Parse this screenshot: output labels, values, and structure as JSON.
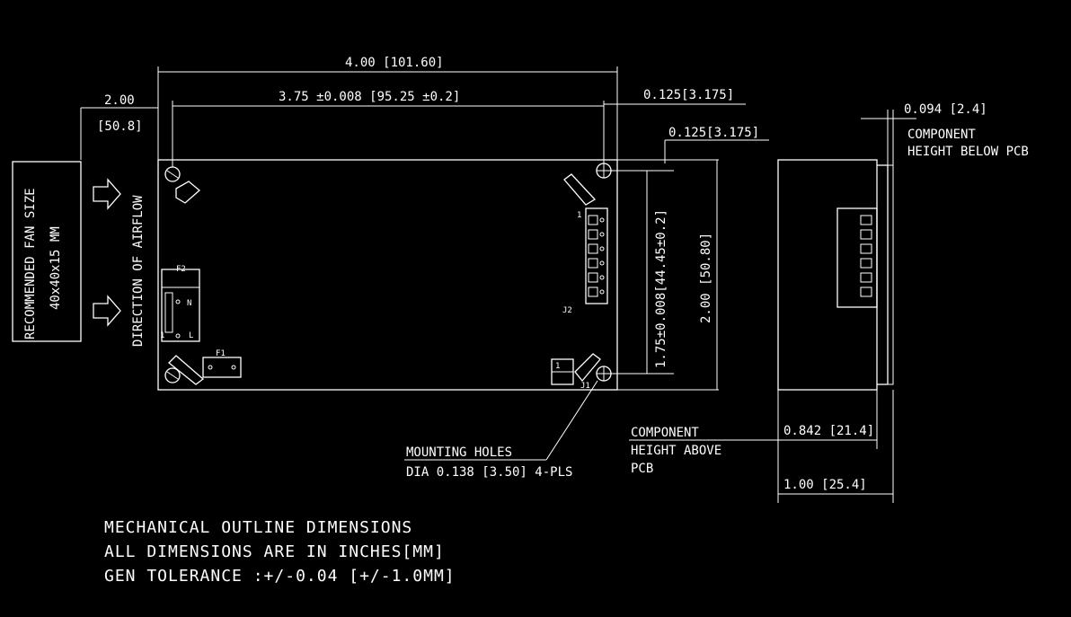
{
  "dimensions": {
    "overall_length": "4.00 [101.60]",
    "hole_spacing_x": "3.75 ±0.008 [95.25 ±0.2]",
    "fan_offset_in": "2.00",
    "fan_offset_mm": "[50.8]",
    "right_margin_1": "0.125[3.175]",
    "right_margin_2": "0.125[3.175]",
    "hole_spacing_y": "1.75±0.008[44.45±0.2]",
    "overall_width": "2.00 [50.80]",
    "below_pcb": "0.094 [2.4]",
    "above_pcb": "0.842 [21.4]",
    "total_height": "1.00 [25.4]"
  },
  "labels": {
    "fan_size_line1": "RECOMMENDED FAN SIZE",
    "fan_size_line2": "40x40x15 MM",
    "airflow": "DIRECTION OF AIRFLOW",
    "component_below_line1": "COMPONENT",
    "component_below_line2": "HEIGHT BELOW PCB",
    "component_above_line1": "COMPONENT",
    "component_above_line2": "HEIGHT ABOVE",
    "component_above_line3": "PCB",
    "mounting_line1": "MOUNTING HOLES",
    "mounting_line2": "DIA 0.138 [3.50] 4-PLS",
    "j1_label": "J1",
    "j2_label": "J2",
    "j2_pin1": "1",
    "f1_label": "F1",
    "f2_label": "F2",
    "ac_n": "N",
    "ac_l": "L",
    "ac_pin1": "1"
  },
  "notes": {
    "line1": "MECHANICAL OUTLINE DIMENSIONS",
    "line2": "ALL DIMENSIONS ARE IN INCHES[MM]",
    "line3": "GEN TOLERANCE :+/-0.04 [+/-1.0MM]"
  }
}
